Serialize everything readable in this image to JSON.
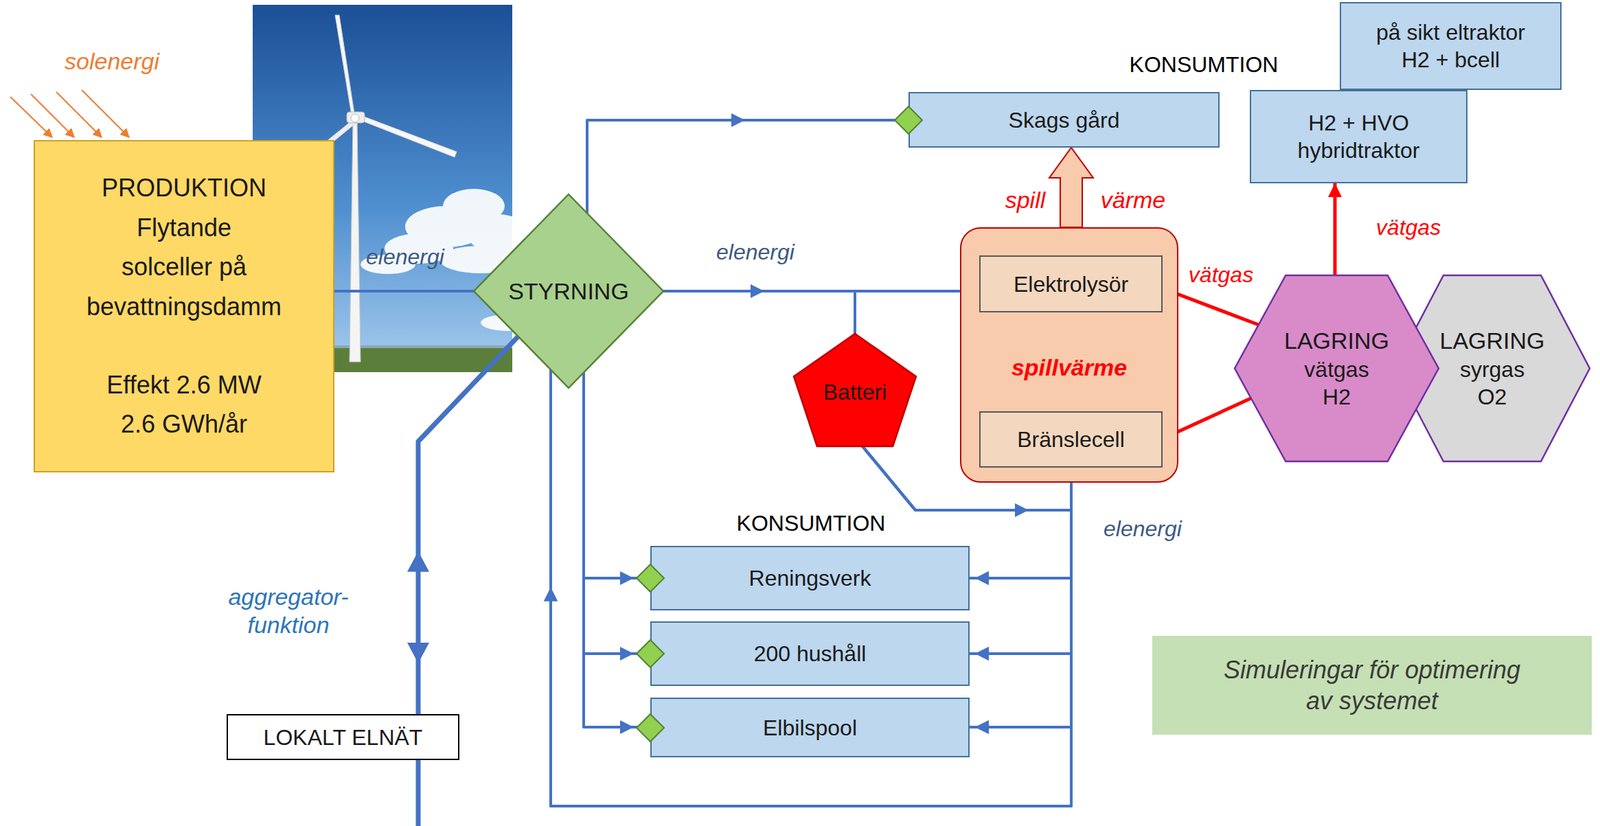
{
  "diagram": {
    "nodes": [
      {
        "text": [
          "på sikt eltraktor H2 + bcell"
        ]
      },
      {
        "text": [
          "H2 + HVO hybridtraktor"
        ]
      },
      {
        "text": [
          "Skags gård"
        ]
      },
      {
        "text": [
          "PRODUKTION",
          "Flytande solceller på bevattningsdamm",
          "Effekt 2.6 MW 2.6 GWh/år"
        ]
      },
      {
        "text": [
          "STYRNING"
        ]
      },
      {
        "text": [
          "spillvärme"
        ]
      },
      {
        "text": [
          "Elektrolysör"
        ],
        "in": 5
      },
      {
        "text": [
          "Bränslecell"
        ],
        "in": 5
      },
      {
        "text": [
          "LAGRING",
          "vätgas H2"
        ]
      },
      {
        "text": [
          "LAGRING",
          "syrgas O2"
        ]
      },
      {
        "text": [
          "Batteri"
        ]
      },
      {
        "text": [
          "Reningsverk"
        ]
      },
      {
        "text": [
          "200 hushåll"
        ]
      },
      {
        "text": [
          "Elbilspool"
        ]
      },
      {
        "text": [
          "Simuleringar för optimering av systemet"
        ]
      },
      {
        "text": [
          "LOKALT ELNÄT"
        ]
      }
    ],
    "edges": [
      {
        "from": 3,
        "to": 4,
        "arrow": "none",
        "label": "elenergi"
      },
      {
        "from": 4,
        "to": 2,
        "arrow": "to"
      },
      {
        "from": 4,
        "to": 6,
        "arrow": "to",
        "label": "elenergi"
      },
      {
        "from": 4,
        "to": 10,
        "arrow": "none"
      },
      {
        "from": 4,
        "to": 11,
        "arrow": "to"
      },
      {
        "from": 4,
        "to": 12,
        "arrow": "to"
      },
      {
        "from": 4,
        "to": 13,
        "arrow": "to"
      },
      {
        "from": 4,
        "to": 15,
        "arrow": "both",
        "label": "aggregator- funktion"
      },
      {
        "from": 6,
        "to": 8,
        "arrow": "none",
        "label": "vätgas"
      },
      {
        "from": 8,
        "to": 7,
        "arrow": "to"
      },
      {
        "from": 8,
        "to": 1,
        "arrow": "to",
        "label": "vätgas"
      },
      {
        "from": 5,
        "to": 2,
        "arrow": "to"
      },
      {
        "from": 7,
        "to": 11,
        "arrow": "to"
      },
      {
        "from": 7,
        "to": 12,
        "arrow": "to"
      },
      {
        "from": 7,
        "to": 13,
        "arrow": "to"
      },
      {
        "from": 7,
        "to": 4,
        "arrow": "to"
      },
      {
        "from": 10,
        "to": 11,
        "arrow": "to"
      },
      {
        "from": 10,
        "to": 12,
        "arrow": "to"
      },
      {
        "from": 10,
        "to": 13,
        "arrow": "to"
      },
      {
        "from": 10,
        "to": 4,
        "arrow": "to"
      }
    ],
    "labels": [
      "solenergi",
      "KONSUMTION",
      "spill",
      "värme",
      "KONSUMTION",
      "elenergi"
    ]
  }
}
